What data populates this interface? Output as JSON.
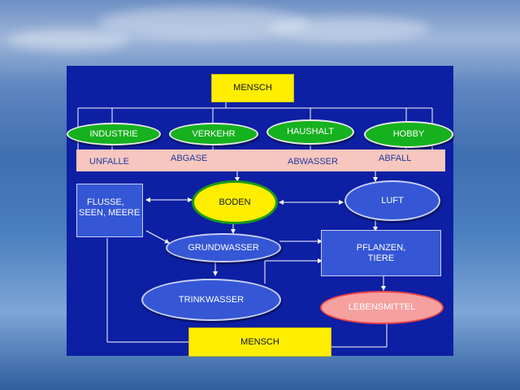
{
  "diagram": {
    "top_node": "MENSCH",
    "sources": [
      "INDUSTRIE",
      "VERKEHR",
      "HAUSHALT",
      "HOBBY"
    ],
    "pollutants": [
      "UNFALLE",
      "ABGASE",
      "ABWASSER",
      "ABFALL"
    ],
    "waters": [
      "FLUSSE,",
      "SEEN, MEERE"
    ],
    "soil": "BODEN",
    "air": "LUFT",
    "groundwater": "GRUNDWASSER",
    "plants": [
      "PFLANZEN,",
      "TIERE"
    ],
    "drinking_water": "TRINKWASSER",
    "food": "LEBENSMITTEL",
    "bottom_node": "MENSCH"
  }
}
